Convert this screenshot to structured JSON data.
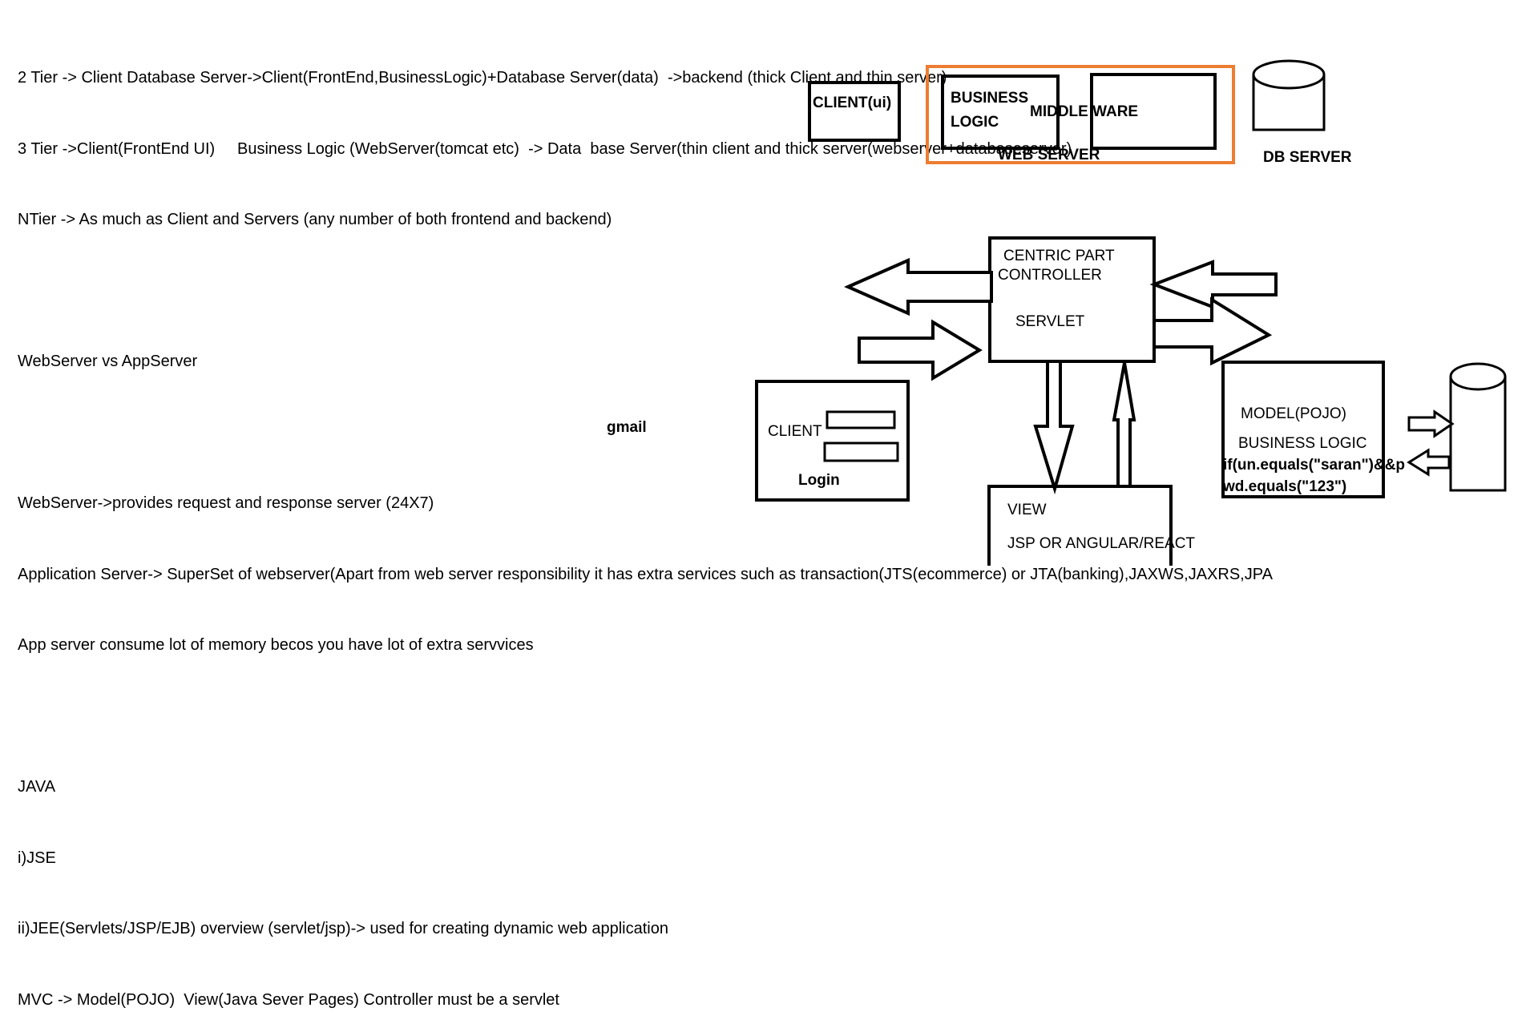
{
  "notes": [
    "2 Tier -> Client Database Server->Client(FrontEnd,BusinessLogic)+Database Server(data)  ->backend (thick Client and thin server)",
    "3 Tier ->Client(FrontEnd UI)     Business Logic (WebServer(tomcat etc)  -> Data  base Server(thin client and thick server(webserver+databaseserver)",
    "NTier -> As much as Client and Servers (any number of both frontend and backend)",
    "",
    "WebServer vs AppServer",
    "",
    "WebServer->provides request and response server (24X7)",
    "Application Server-> SuperSet of webserver(Apart from web server responsibility it has extra services such as transaction(JTS(ecommerce) or JTA(banking),JAXWS,JAXRS,JPA",
    "App server consume lot of memory becos you have lot of extra servvices",
    "",
    "JAVA",
    "i)JSE",
    "ii)JEE(Servlets/JSP/EJB) overview (servlet/jsp)-> used for creating dynamic web application",
    "MVC -> Model(POJO)  View(Java Sever Pages) Controller must be a servlet"
  ],
  "tier_diagram": {
    "client_label": "CLIENT(ui)",
    "business_logic_line1": "BUSINESS",
    "business_logic_line2": "LOGIC",
    "middleware_label": "MIDDLE WARE",
    "web_server_label": "WEB SERVER",
    "db_server_label": "DB SERVER",
    "web_server_border_color": "#ED7D31"
  },
  "mvc_diagram": {
    "gmail_label": "gmail",
    "client_label": "CLIENT",
    "login_label": "Login",
    "controller_line1": "CENTRIC PART",
    "controller_line2": "CONTROLLER",
    "controller_line3": "SERVLET",
    "model_line1": "MODEL(POJO)",
    "model_line2": "BUSINESS LOGIC",
    "model_code_line1": "if(un.equals(\"saran\")&&p",
    "model_code_line2": "wd.equals(\"123\")",
    "view_line1": "VIEW",
    "view_line2": "JSP  OR ANGULAR/REACT"
  }
}
